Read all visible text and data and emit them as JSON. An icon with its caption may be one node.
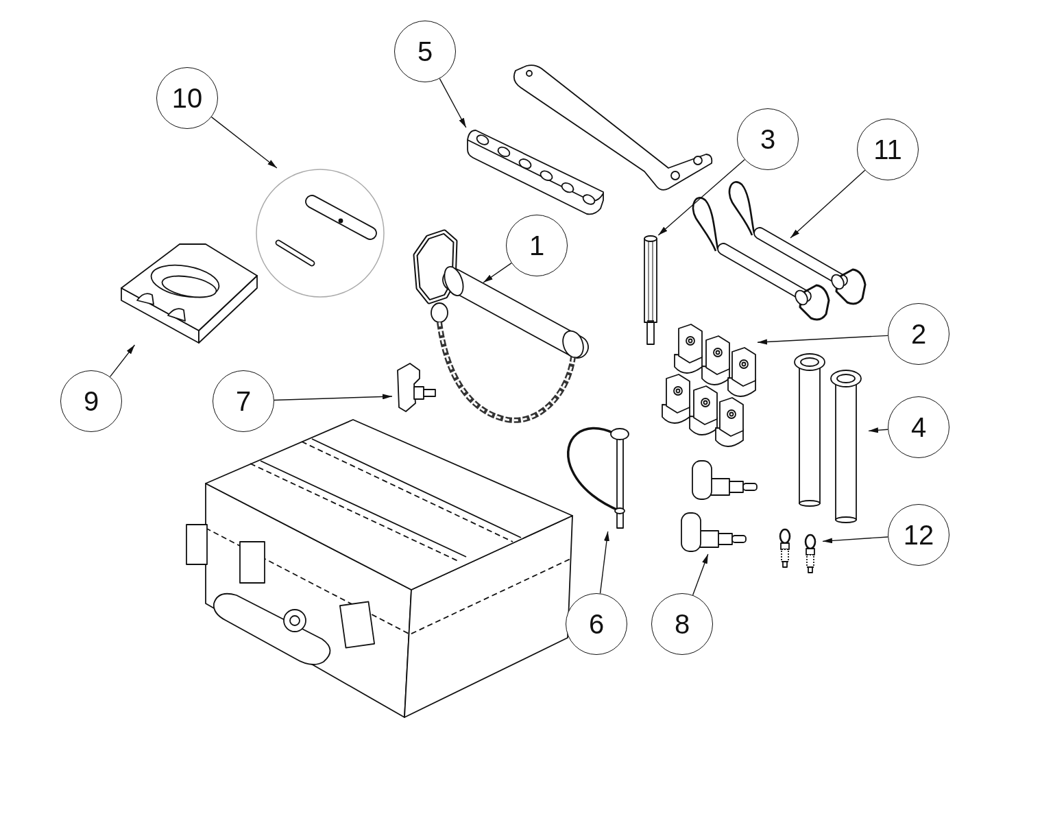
{
  "diagram": {
    "nodes": [
      {
        "text": [
          "5"
        ]
      },
      {
        "text": [
          "10"
        ]
      },
      {
        "text": [
          "3"
        ]
      },
      {
        "text": [
          "11"
        ]
      },
      {
        "text": [
          "1"
        ]
      },
      {
        "text": [
          "2"
        ]
      },
      {
        "text": [
          "9"
        ]
      },
      {
        "text": [
          "7"
        ]
      },
      {
        "text": [
          "4"
        ]
      },
      {
        "text": [
          "12"
        ]
      },
      {
        "text": [
          "6"
        ]
      },
      {
        "text": [
          "8"
        ]
      },
      {
        "text": [],
        "shape": "picture"
      },
      {
        "text": [],
        "shape": "picture"
      },
      {
        "text": [],
        "shape": "picture"
      },
      {
        "text": [],
        "shape": "picture"
      },
      {
        "text": [],
        "shape": "picture"
      },
      {
        "text": [],
        "shape": "picture"
      },
      {
        "text": [],
        "shape": "picture"
      },
      {
        "text": [],
        "shape": "picture"
      },
      {
        "text": [],
        "shape": "picture"
      },
      {
        "text": [],
        "shape": "picture"
      },
      {
        "text": [],
        "shape": "picture"
      },
      {
        "text": [],
        "shape": "picture"
      }
    ],
    "edges": [
      {
        "from": 0,
        "to": 12,
        "arrow": "to"
      },
      {
        "from": 1,
        "to": 13,
        "arrow": "to"
      },
      {
        "from": 2,
        "to": 14,
        "arrow": "to"
      },
      {
        "from": 3,
        "to": 15,
        "arrow": "to"
      },
      {
        "from": 4,
        "to": 16,
        "arrow": "to"
      },
      {
        "from": 5,
        "to": 17,
        "arrow": "to"
      },
      {
        "from": 6,
        "to": 18,
        "arrow": "to"
      },
      {
        "from": 7,
        "to": 19,
        "arrow": "to"
      },
      {
        "from": 8,
        "to": 20,
        "arrow": "to"
      },
      {
        "from": 9,
        "to": 21,
        "arrow": "to"
      },
      {
        "from": 10,
        "to": 22,
        "arrow": "to"
      },
      {
        "from": 11,
        "to": 23,
        "arrow": "to"
      }
    ]
  }
}
